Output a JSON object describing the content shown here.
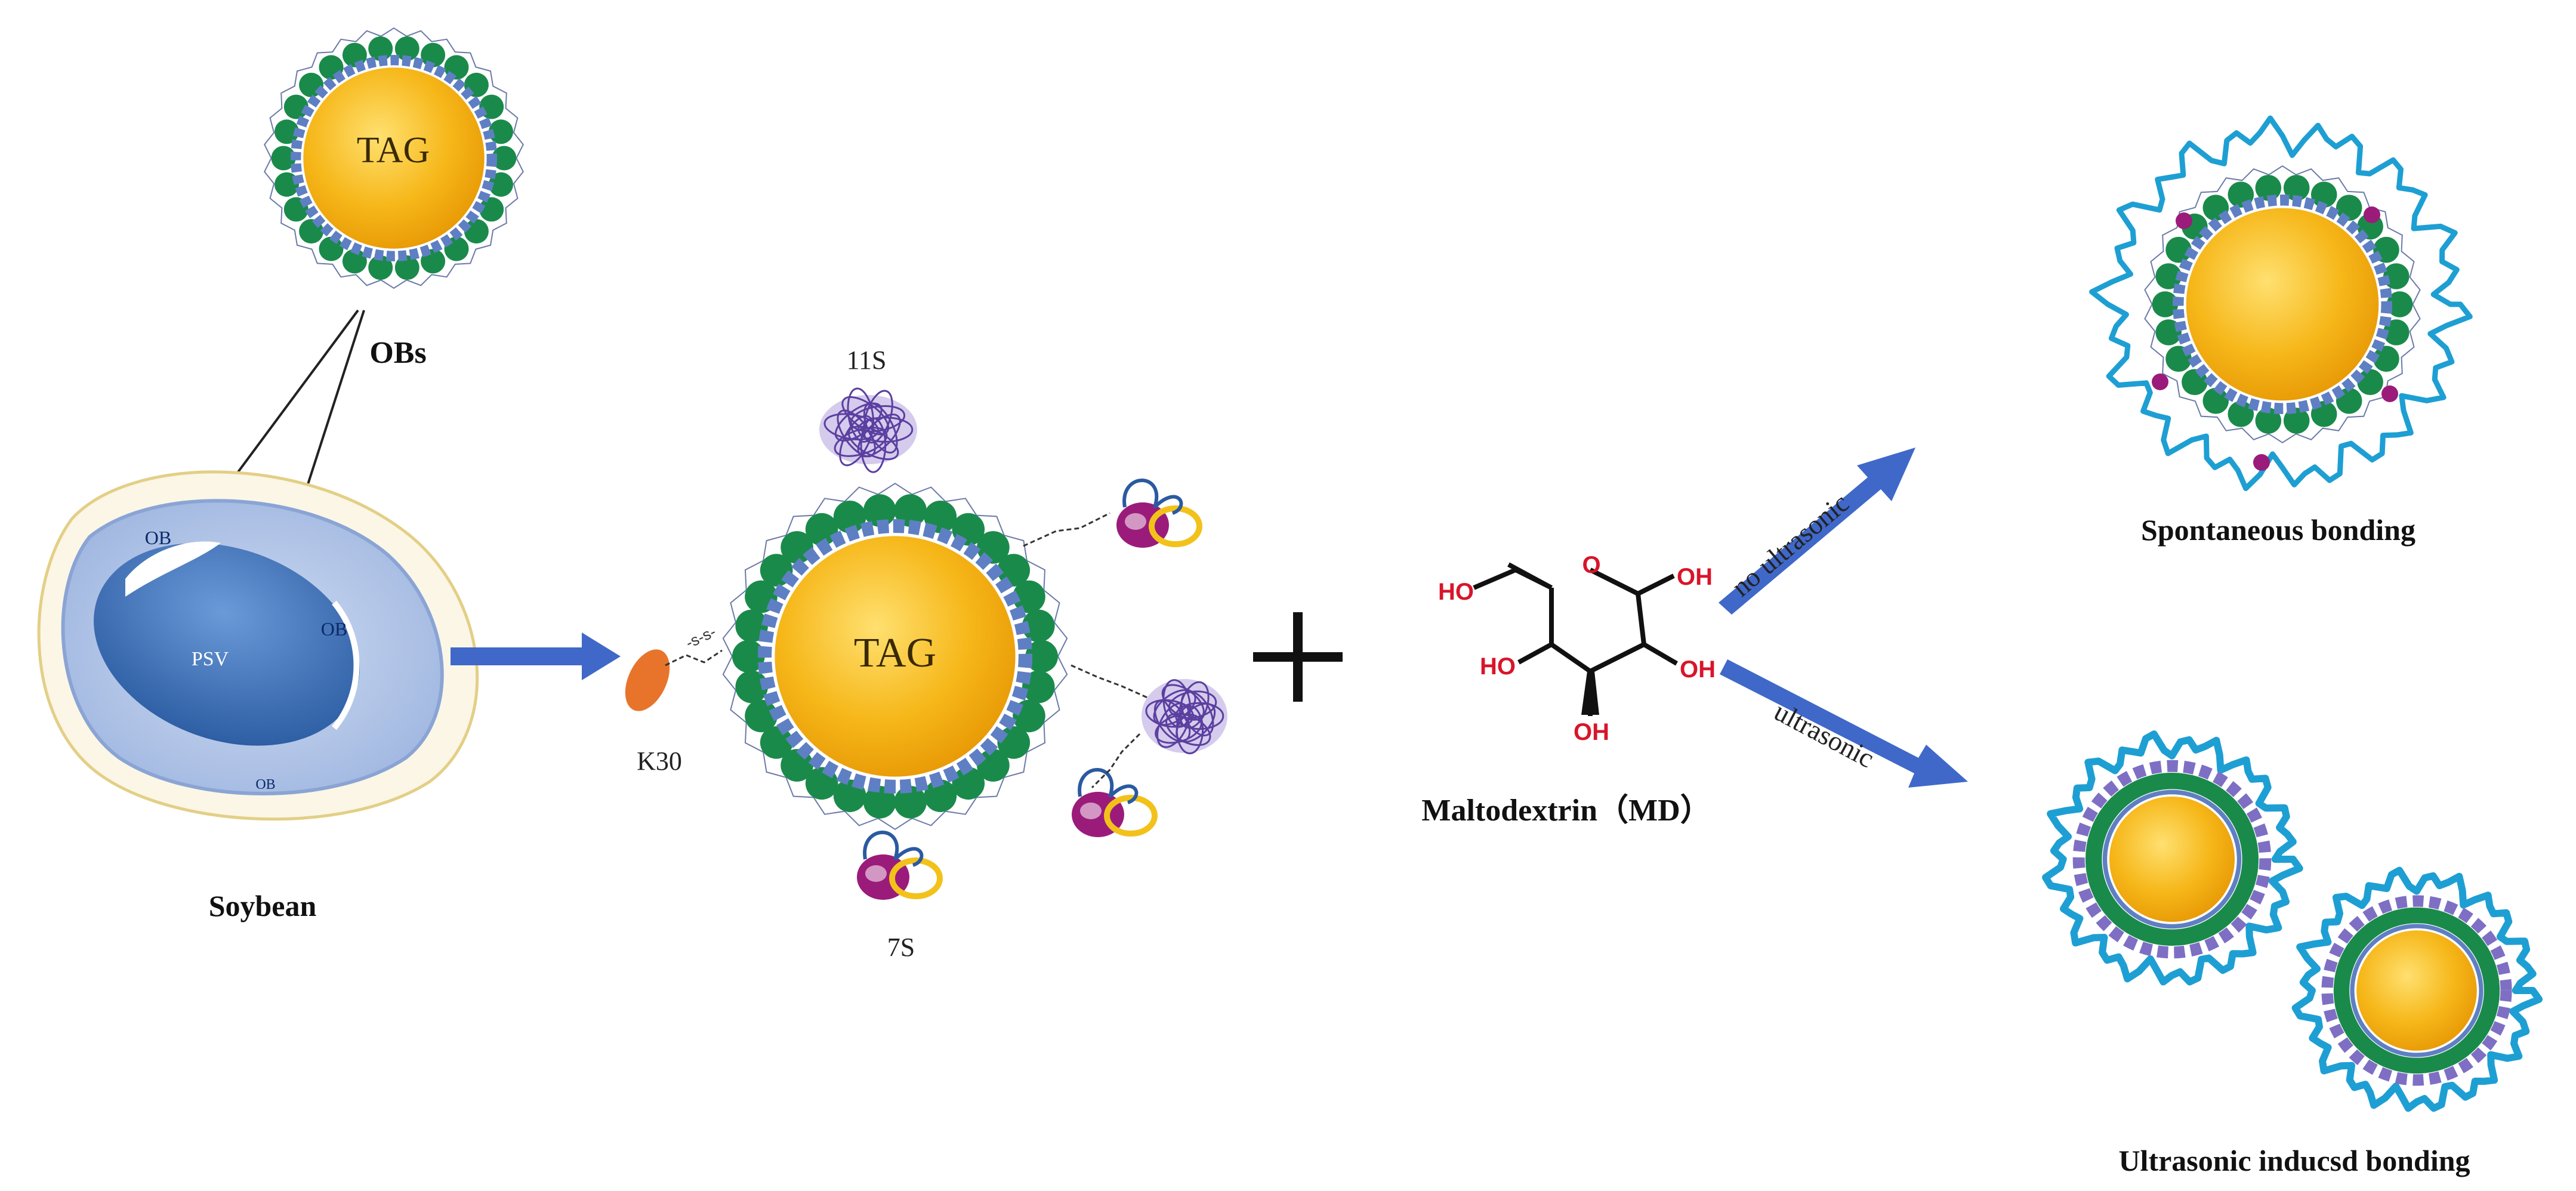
{
  "ob_top": {
    "core_label": "TAG",
    "caption": "OBs"
  },
  "soybean": {
    "caption": "Soybean",
    "psv_label": "PSV",
    "ob_labels": [
      "OB",
      "OB",
      "OB"
    ]
  },
  "center_ob": {
    "core_label": "TAG",
    "bond_label": "-s-s-",
    "label_11s": "11S",
    "label_7s": "7S",
    "label_k30": "K30"
  },
  "maltodextrin": {
    "caption": "Maltodextrin（MD）",
    "oh_label": "OH",
    "ho_label": "HO"
  },
  "branches": {
    "upper_label": "no ultrasonic",
    "lower_label": "ultrasonic"
  },
  "results": {
    "spontaneous": "Spontaneous bonding",
    "ultrasonic": "Ultrasonic inducsd bonding"
  },
  "colors": {
    "tag": "#f5b214",
    "green": "#1a8a4a",
    "protein": "#5f7fc4",
    "arrow": "#3f68c9",
    "md_red": "#d8152a",
    "md_shell": "#1e9fd3",
    "k30": "#e8742b",
    "magenta": "#9b1b7a",
    "purple": "#5b3fa0"
  }
}
